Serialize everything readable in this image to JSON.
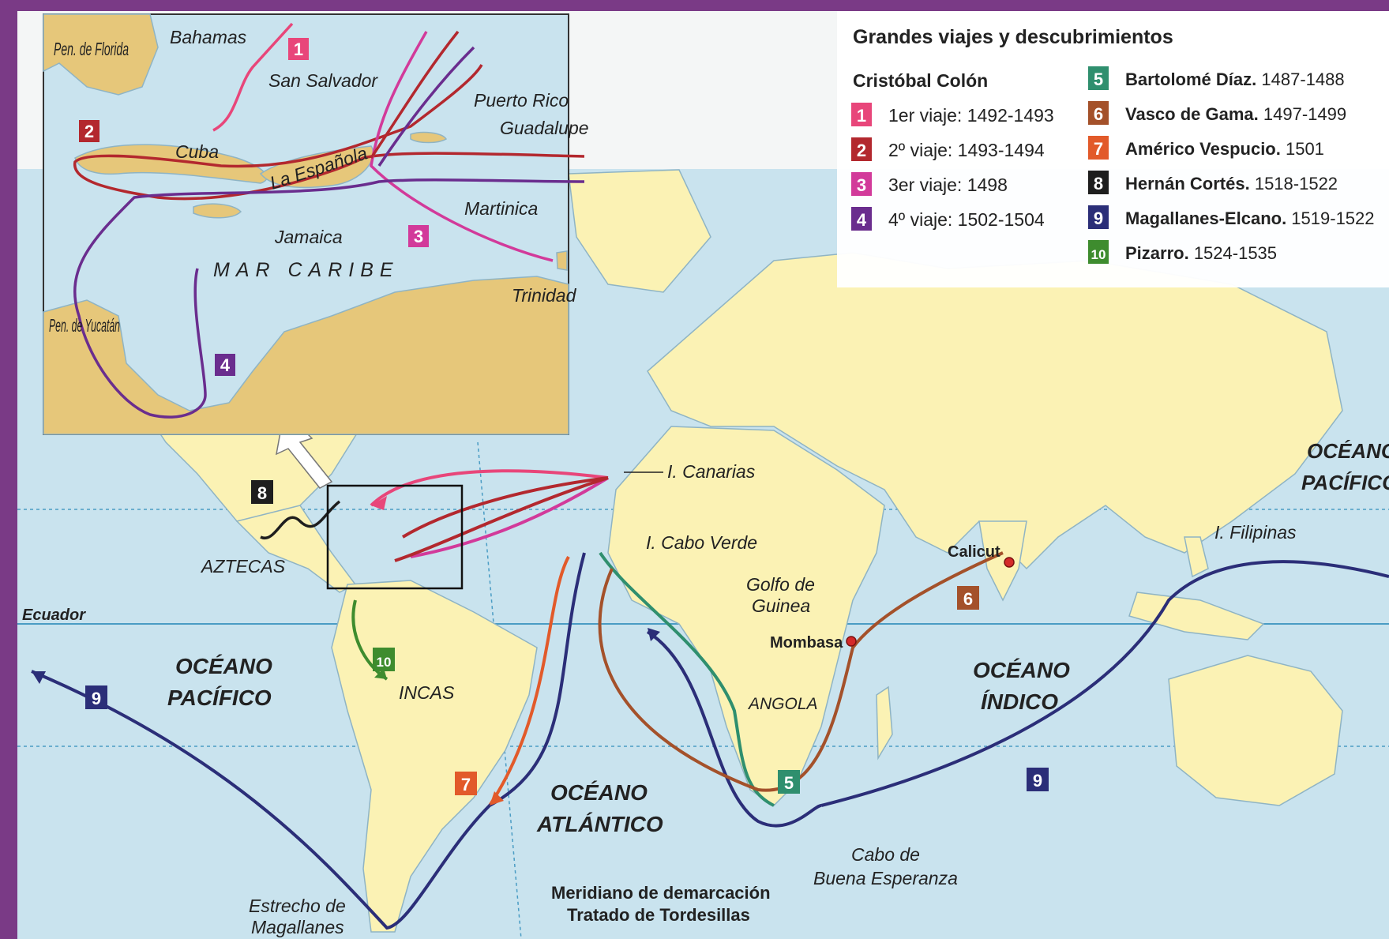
{
  "legend": {
    "title": "Grandes viajes y descubrimientos",
    "colon_heading": "Cristóbal Colón",
    "colon_trips": [
      {
        "num": "1",
        "text": "1er viaje: 1492-1493",
        "color": "#e8467a"
      },
      {
        "num": "2",
        "text": "2º viaje: 1493-1494",
        "color": "#b3282e"
      },
      {
        "num": "3",
        "text": "3er viaje: 1498",
        "color": "#d23a9a"
      },
      {
        "num": "4",
        "text": "4º viaje: 1502-1504",
        "color": "#6a2d8e"
      }
    ],
    "other_trips": [
      {
        "num": "5",
        "name": "Bartolomé Díaz.",
        "years": "1487-1488",
        "color": "#2f8f6e"
      },
      {
        "num": "6",
        "name": "Vasco de Gama.",
        "years": "1497-1499",
        "color": "#a4512a"
      },
      {
        "num": "7",
        "name": "Américo Vespucio.",
        "years": "1501",
        "color": "#e25a2a"
      },
      {
        "num": "8",
        "name": "Hernán Cortés.",
        "years": "1518-1522",
        "color": "#1e1e1e"
      },
      {
        "num": "9",
        "name": "Magallanes-Elcano.",
        "years": "1519-1522",
        "color": "#2b2e78"
      },
      {
        "num": "10",
        "name": "Pizarro.",
        "years": "1524-1535",
        "color": "#3e8c2e"
      }
    ]
  },
  "inset_labels": {
    "pen_florida": "Pen. de Florida",
    "bahamas": "Bahamas",
    "san_salvador": "San Salvador",
    "puerto_rico": "Puerto Rico",
    "guadalupe": "Guadalupe",
    "cuba": "Cuba",
    "la_espanola": "La Española",
    "martinica": "Martinica",
    "jamaica": "Jamaica",
    "mar_caribe": "MAR CARIBE",
    "trinidad": "Trinidad",
    "pen_yucatan": "Pen. de Yucatán"
  },
  "map_labels": {
    "canarias": "I. Canarias",
    "cabo_verde": "I. Cabo Verde",
    "aztecas": "AZTECAS",
    "incas": "INCAS",
    "ecuador": "Ecuador",
    "oceano_pacifico_w": "OCÉANO PACÍFICO",
    "oceano_atlantico": "OCÉANO ATLÁNTICO",
    "golfo_guinea": "Golfo de Guinea",
    "angola": "ANGOLA",
    "mombasa": "Mombasa",
    "calicut": "Calicut",
    "oceano_indico": "OCÉANO ÍNDICO",
    "filipinas": "I. Filipinas",
    "oceano_pacifico_e": "OCÉANO PACÍFICO",
    "cabo_buena": "Cabo de Buena Esperanza",
    "estrecho": "Estrecho de Magallanes",
    "meridiano": "Meridiano de demarcación",
    "tratado": "Tratado de Tordesillas"
  }
}
